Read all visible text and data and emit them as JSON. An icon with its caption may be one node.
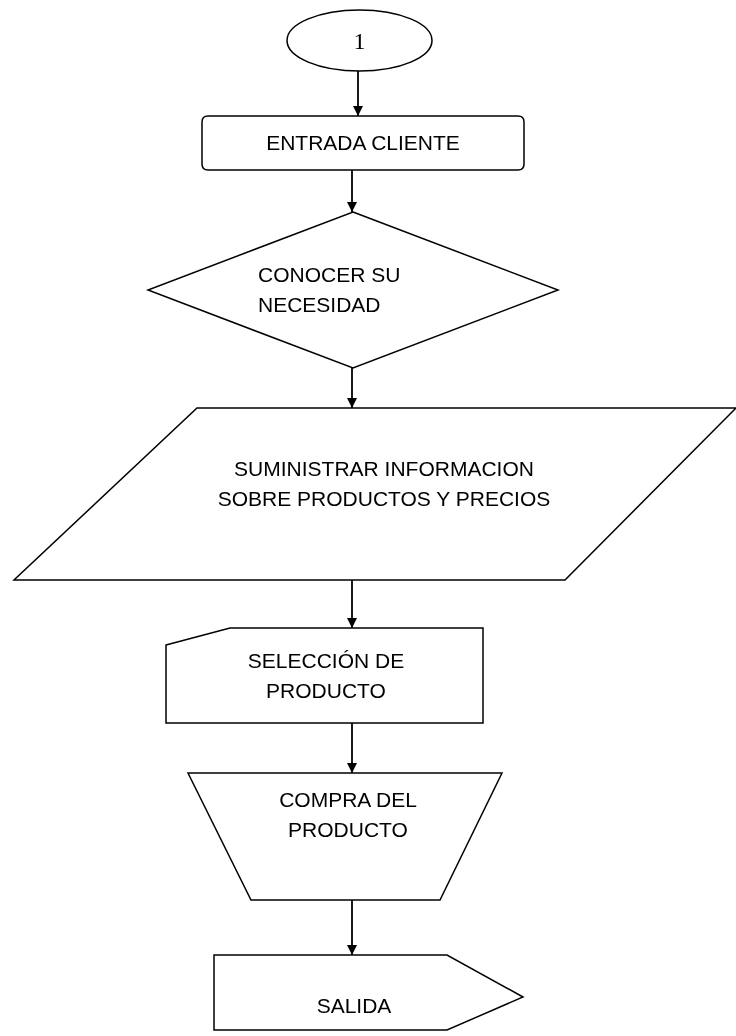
{
  "diagram": {
    "nodes": [
      {
        "text": [
          "1"
        ]
      },
      {
        "text": [
          "ENTRADA CLIENTE"
        ]
      },
      {
        "text": [
          "CONOCER SU NECESIDAD"
        ]
      },
      {
        "text": [
          "SUMINISTRAR INFORMACION SOBRE PRODUCTOS Y PRECIOS"
        ]
      },
      {
        "text": [
          "SELECCIÓN DE PRODUCTO"
        ]
      },
      {
        "text": [
          "COMPRA DEL PRODUCTO"
        ]
      },
      {
        "text": [
          "SALIDA"
        ]
      }
    ],
    "edges": [
      {
        "from": 0,
        "to": 1,
        "arrow": "to"
      },
      {
        "from": 1,
        "to": 2,
        "arrow": "to"
      },
      {
        "from": 2,
        "to": 3,
        "arrow": "to"
      },
      {
        "from": 3,
        "to": 4,
        "arrow": "to"
      },
      {
        "from": 4,
        "to": 5,
        "arrow": "to"
      },
      {
        "from": 5,
        "to": 6,
        "arrow": "to"
      }
    ]
  }
}
